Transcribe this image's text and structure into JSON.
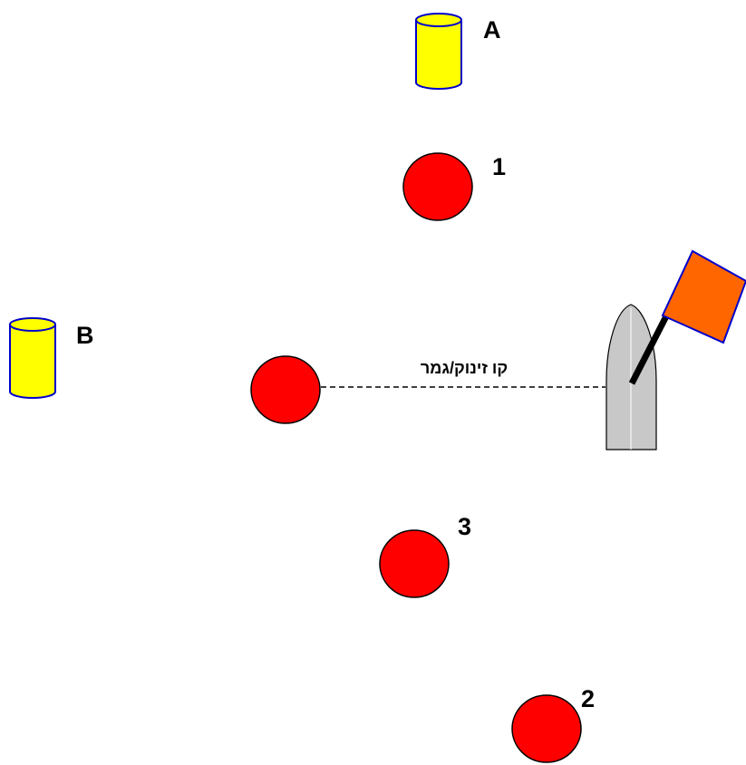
{
  "colors": {
    "background": "#ffffff",
    "red_mark": "#ff0000",
    "yellow_buoy": "#ffff00",
    "buoy_outline": "#0000cc",
    "flag": "#ff6600",
    "boat": "#c8c8c8",
    "outline": "#000000"
  },
  "buoys": {
    "a": {
      "label": "A",
      "icon": "yellow-cylinder-buoy"
    },
    "b": {
      "label": "B",
      "icon": "yellow-cylinder-buoy"
    }
  },
  "marks": {
    "m1": {
      "label": "1",
      "icon": "red-circle-mark"
    },
    "m3": {
      "label": "3",
      "icon": "red-circle-mark"
    },
    "m2": {
      "label": "2",
      "icon": "red-circle-mark"
    },
    "pin": {
      "icon": "red-circle-mark"
    }
  },
  "start_finish_line": {
    "label": "קו זינוק/גמר"
  },
  "committee_boat": {
    "icon": "committee-boat-with-flag"
  }
}
